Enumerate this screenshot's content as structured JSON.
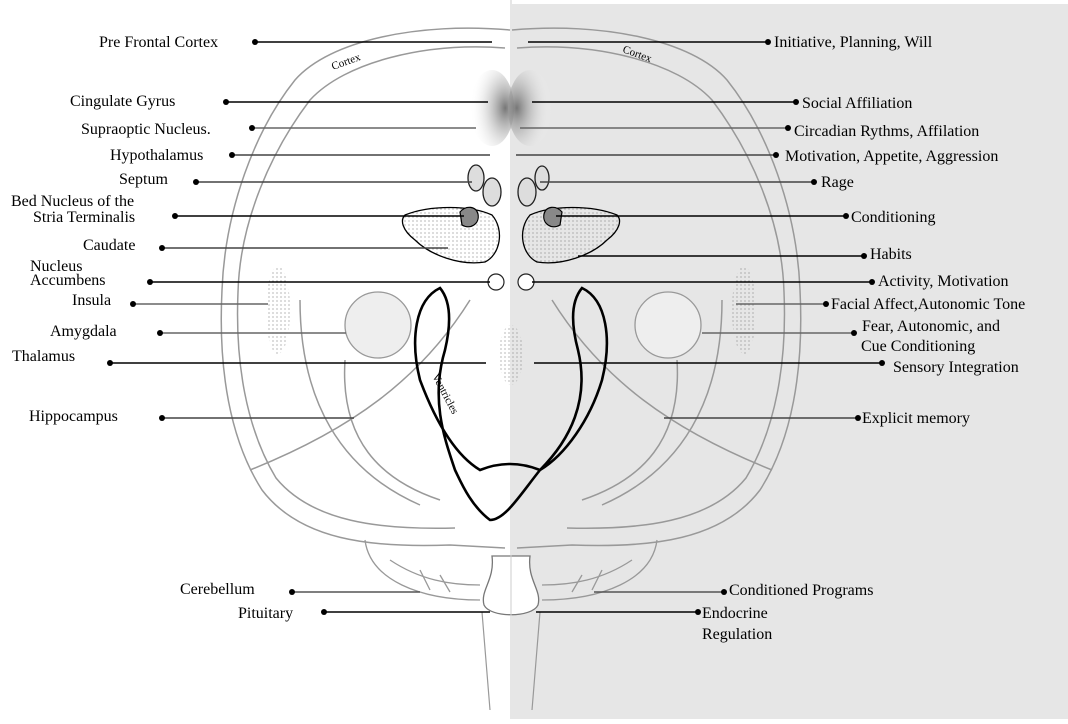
{
  "diagram": {
    "left_labels": [
      "Pre Frontal Cortex",
      "Cingulate Gyrus",
      "Supraoptic Nucleus.",
      "Hypothalamus",
      "Septum",
      "Bed Nucleus of the",
      "Stria Terminalis",
      "Caudate",
      "Nucleus",
      "Accumbens",
      "Insula",
      "Amygdala",
      "Thalamus",
      "Hippocampus",
      "Cerebellum",
      "Pituitary"
    ],
    "right_labels": [
      "Initiative, Planning, Will",
      "Social Affiliation",
      "Circadian Rythms, Affilation",
      "Motivation, Appetite, Aggression",
      "Rage",
      "Conditioning",
      "Habits",
      "Activity, Motivation",
      "Facial Affect,Autonomic Tone",
      "Fear, Autonomic, and",
      "Cue Conditioning",
      "Sensory Integration",
      "Explicit memory",
      "Conditioned Programs",
      "Endocrine",
      "Regulation"
    ],
    "structure_labels": {
      "cortex_left": "Cortex",
      "cortex_right": "Cortex",
      "ventricles": "Ventricles"
    }
  }
}
